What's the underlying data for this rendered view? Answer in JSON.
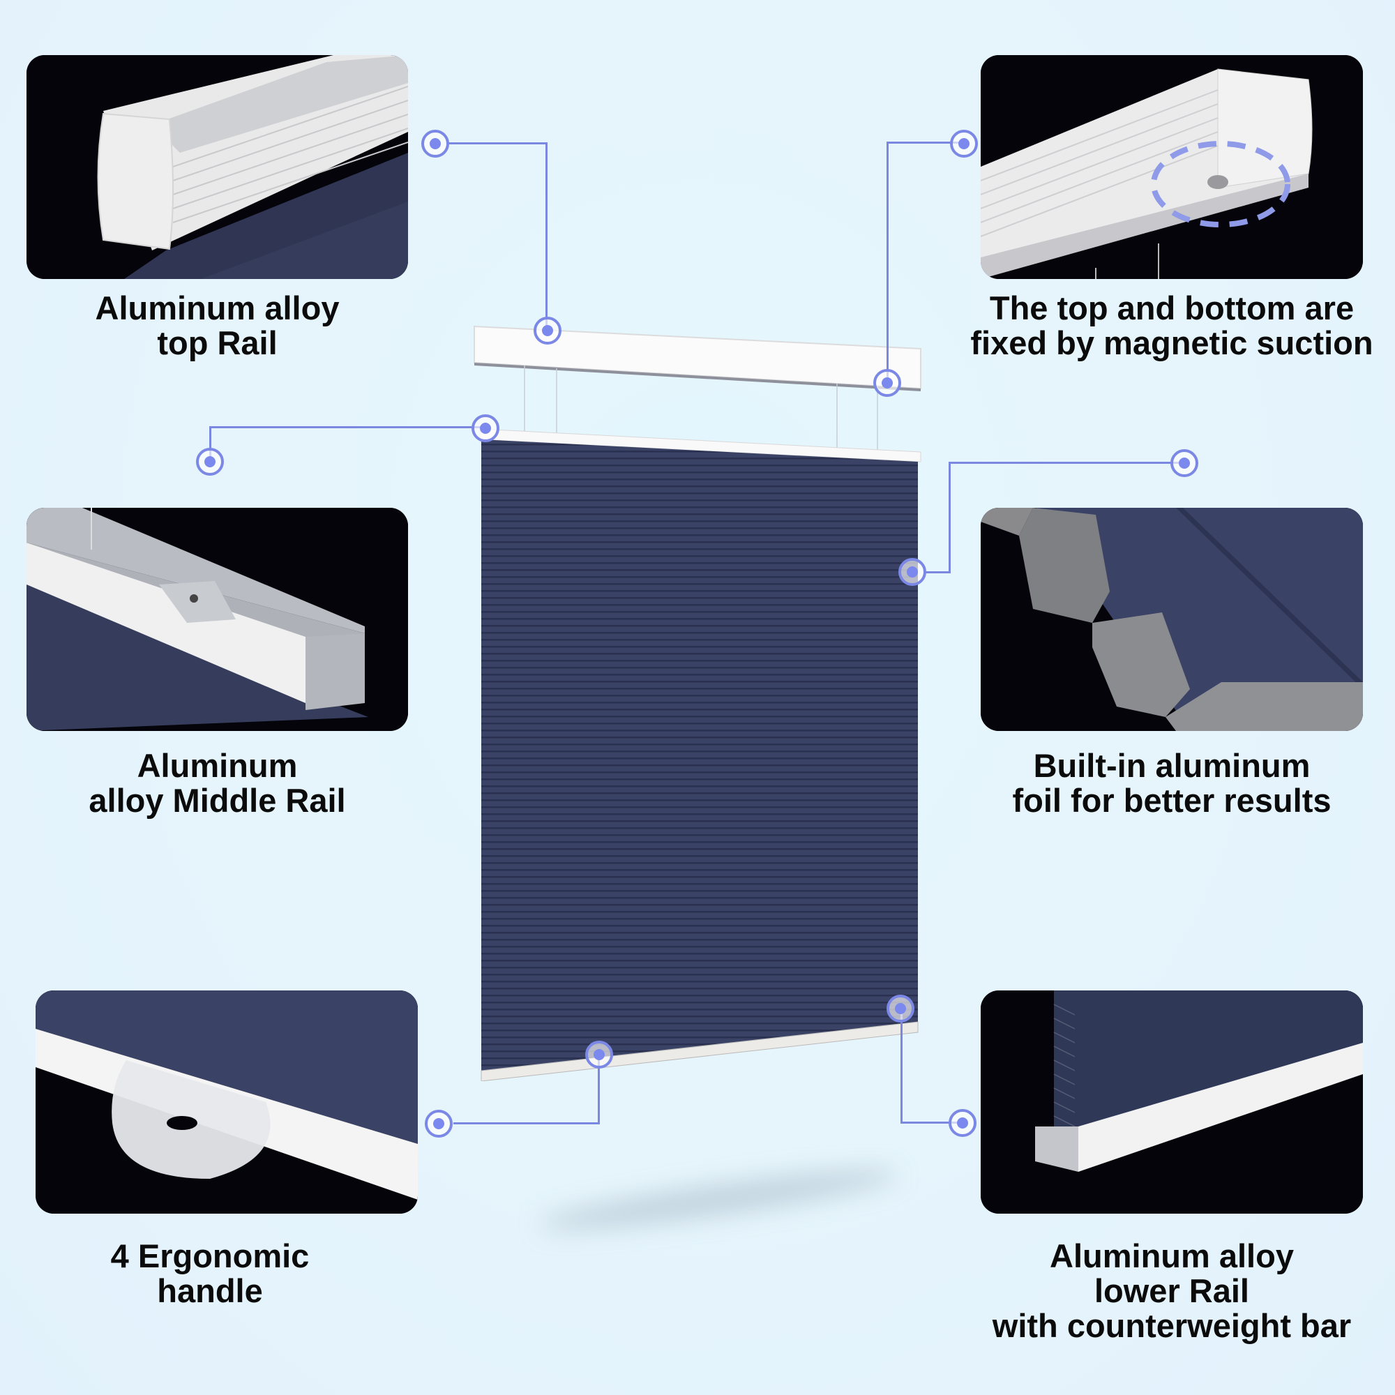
{
  "colors": {
    "background": "#e4f6fd",
    "accent": "#7b88ee",
    "fabric": "#3a4266",
    "rail": "#f2f2f2",
    "panel_bg": "#030308",
    "caption": "#0b0b0b"
  },
  "features": [
    {
      "id": "top-rail",
      "caption": "Aluminum alloy\ntop Rail",
      "icon": "top-rail-closeup"
    },
    {
      "id": "magnetic",
      "caption": "The top and bottom are\nfixed by magnetic suction",
      "icon": "magnetic-closeup"
    },
    {
      "id": "middle-rail",
      "caption": "Aluminum\nalloy Middle Rail",
      "icon": "middle-rail-closeup"
    },
    {
      "id": "foil",
      "caption": "Built-in aluminum\nfoil for better results",
      "icon": "honeycomb-foil-closeup"
    },
    {
      "id": "handle",
      "caption": "4 Ergonomic\nhandle",
      "icon": "handle-closeup"
    },
    {
      "id": "lower-rail",
      "caption": "Aluminum alloy\nlower Rail\nwith counterweight bar",
      "icon": "lower-rail-closeup"
    }
  ]
}
